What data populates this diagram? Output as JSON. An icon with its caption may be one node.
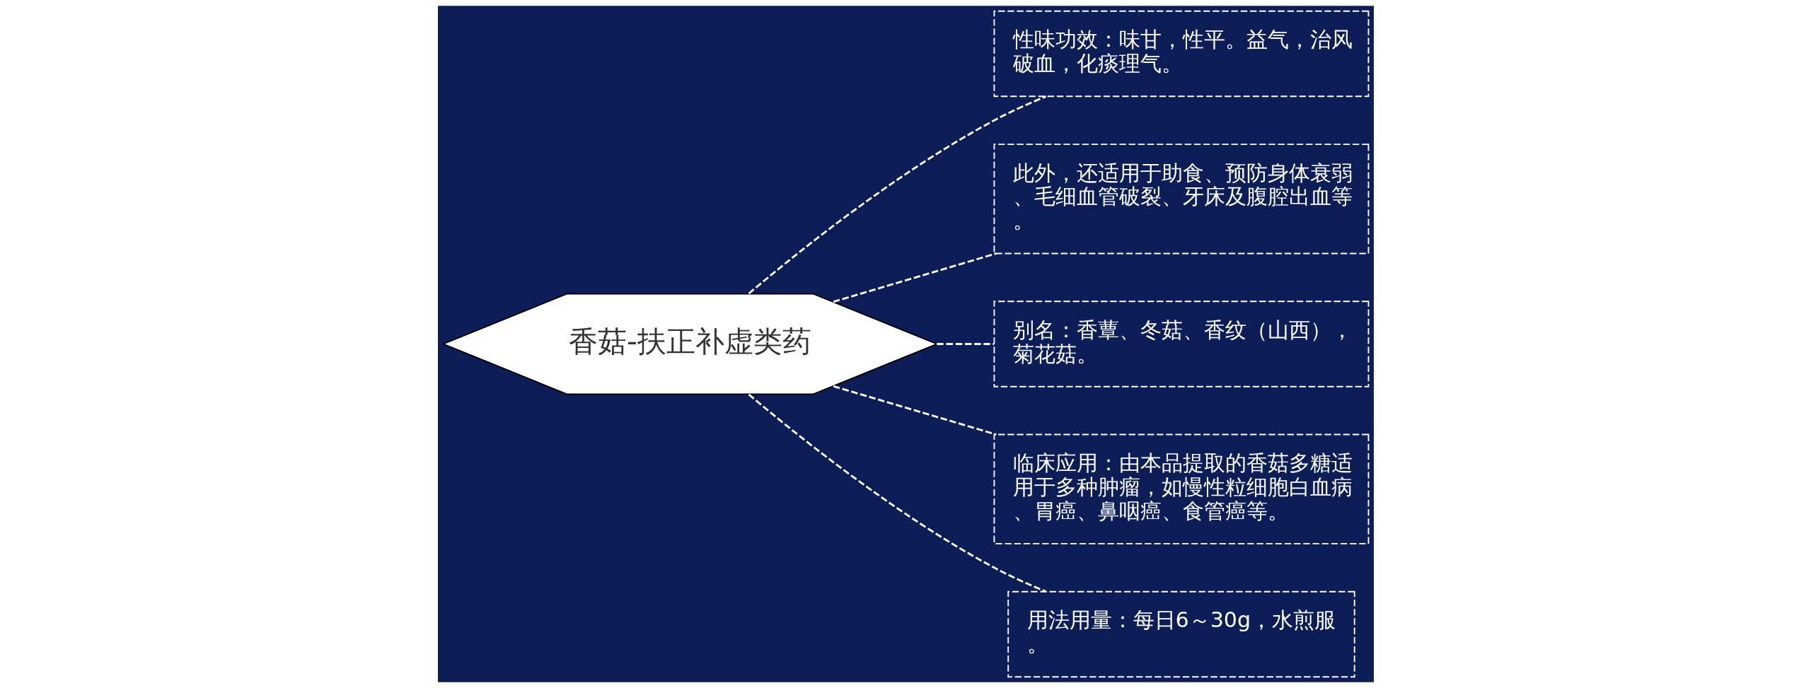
{
  "diagram": {
    "nodes": [
      {
        "text": [
          "香菇-扶正补虚类药"
        ]
      },
      {
        "text": [
          "性味功效：味甘，性平。益气，治风破血，化痰理气。"
        ]
      },
      {
        "text": [
          "此外，还适用于助食、预防身体衰弱、毛细血管破裂、牙床及腹腔出血等。"
        ]
      },
      {
        "text": [
          "别名：香蕈、冬菇、香纹（山西），菊花菇。"
        ]
      },
      {
        "text": [
          "临床应用：由本品提取的香菇多糖适用于多种肿瘤，如慢性粒细胞白血病、胃癌、鼻咽癌、食管癌等。"
        ]
      },
      {
        "text": [
          "用法用量：每日6～30g，水煎服。"
        ]
      }
    ],
    "edges": [
      {
        "from": 0,
        "to": 1,
        "arrow": "none",
        "style": "dashed"
      },
      {
        "from": 0,
        "to": 2,
        "arrow": "none",
        "style": "dashed"
      },
      {
        "from": 0,
        "to": 3,
        "arrow": "none",
        "style": "dashed"
      },
      {
        "from": 0,
        "to": 4,
        "arrow": "none",
        "style": "dashed"
      },
      {
        "from": 0,
        "to": 5,
        "arrow": "none",
        "style": "dashed"
      }
    ]
  }
}
